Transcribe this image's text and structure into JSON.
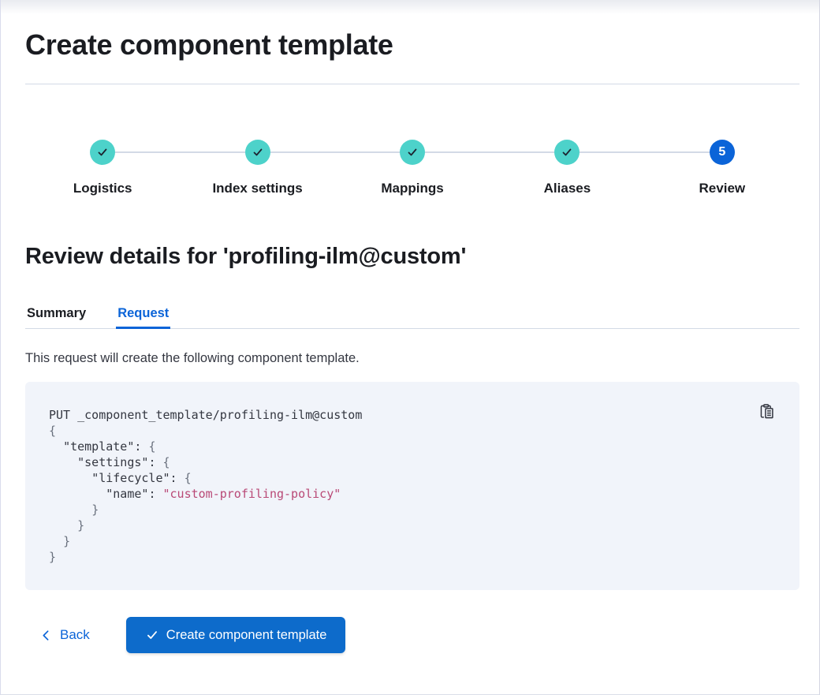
{
  "page": {
    "title": "Create component template"
  },
  "steps": {
    "items": [
      {
        "label": "Logistics",
        "status": "complete",
        "icon": "check-icon"
      },
      {
        "label": "Index settings",
        "status": "complete",
        "icon": "check-icon"
      },
      {
        "label": "Mappings",
        "status": "complete",
        "icon": "check-icon"
      },
      {
        "label": "Aliases",
        "status": "complete",
        "icon": "check-icon"
      },
      {
        "label": "Review",
        "status": "current",
        "number": "5"
      }
    ]
  },
  "review": {
    "heading": "Review details for 'profiling-ilm@custom'",
    "tabs": [
      {
        "label": "Summary",
        "selected": false
      },
      {
        "label": "Request",
        "selected": true
      }
    ],
    "description": "This request will create the following component template."
  },
  "code": {
    "copy_icon": "copy-clipboard-icon",
    "lines": [
      {
        "segments": [
          {
            "text": "PUT _component_template/profiling-ilm@custom",
            "style": "plain"
          }
        ]
      },
      {
        "segments": [
          {
            "text": "{",
            "style": "brace"
          }
        ]
      },
      {
        "segments": [
          {
            "text": "  ",
            "style": "plain"
          },
          {
            "text": "\"template\"",
            "style": "key"
          },
          {
            "text": ": ",
            "style": "punct"
          },
          {
            "text": "{",
            "style": "brace"
          }
        ]
      },
      {
        "segments": [
          {
            "text": "    ",
            "style": "plain"
          },
          {
            "text": "\"settings\"",
            "style": "key"
          },
          {
            "text": ": ",
            "style": "punct"
          },
          {
            "text": "{",
            "style": "brace"
          }
        ]
      },
      {
        "segments": [
          {
            "text": "      ",
            "style": "plain"
          },
          {
            "text": "\"lifecycle\"",
            "style": "key"
          },
          {
            "text": ": ",
            "style": "punct"
          },
          {
            "text": "{",
            "style": "brace"
          }
        ]
      },
      {
        "segments": [
          {
            "text": "        ",
            "style": "plain"
          },
          {
            "text": "\"name\"",
            "style": "key"
          },
          {
            "text": ": ",
            "style": "punct"
          },
          {
            "text": "\"custom-profiling-policy\"",
            "style": "string"
          }
        ]
      },
      {
        "segments": [
          {
            "text": "      ",
            "style": "plain"
          },
          {
            "text": "}",
            "style": "brace"
          }
        ]
      },
      {
        "segments": [
          {
            "text": "    ",
            "style": "plain"
          },
          {
            "text": "}",
            "style": "brace"
          }
        ]
      },
      {
        "segments": [
          {
            "text": "  ",
            "style": "plain"
          },
          {
            "text": "}",
            "style": "brace"
          }
        ]
      },
      {
        "segments": [
          {
            "text": "}",
            "style": "brace"
          }
        ]
      }
    ]
  },
  "footer": {
    "back_label": "Back",
    "back_icon": "chevron-left-icon",
    "submit_label": "Create component template",
    "submit_icon": "check-icon"
  },
  "colors": {
    "primary_blue": "#0b64d8",
    "button_blue": "#0d6bcb",
    "step_complete_teal": "#4dd2ca",
    "divider_gray": "#d3dae6",
    "code_background": "#f1f4fa",
    "code_string_rose": "#b94976",
    "heading_text": "#1a1c21",
    "body_text": "#343741"
  }
}
